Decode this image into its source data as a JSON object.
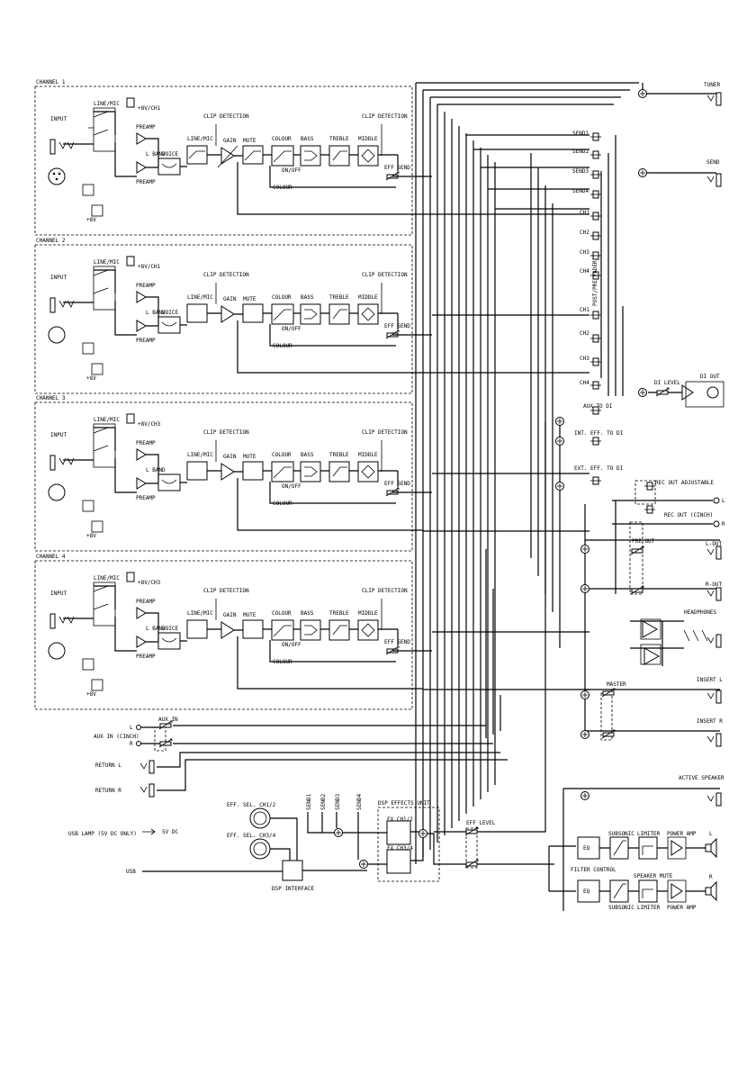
{
  "channels": [
    {
      "title": "CHANNEL 1",
      "phantom": "+8V/CH1",
      "clip1": "CLIP DETECTION",
      "clip2": "CLIP DETECTION"
    },
    {
      "title": "CHANNEL 2",
      "phantom": "+8V/CH1",
      "clip1": "CLIP DETECTION",
      "clip2": "CLIP DETECTION"
    },
    {
      "title": "CHANNEL 3",
      "phantom": "+8V/CH3",
      "clip1": "CLIP DETECTION",
      "clip2": "CLIP DETECTION"
    },
    {
      "title": "CHANNEL 4",
      "phantom": "+8V/CH3",
      "clip1": "CLIP DETECTION",
      "clip2": "CLIP DETECTION"
    }
  ],
  "channel_labels": {
    "input": "INPUT",
    "line_mic": "LINE/MIC",
    "preamp": "PREAMP",
    "lband": "L BAND",
    "voice": "VOICE",
    "gain": "GAIN",
    "mute": "MUTE",
    "colour": "COLOUR",
    "bass": "BASS",
    "treble": "TREBLE",
    "middle": "MIDDLE",
    "eff_send": "EFF SEND",
    "on_off": "ON/OFF",
    "colour_sw": "COLOUR",
    "phantom_v": "+8V"
  },
  "right_labels": {
    "tuner": "TUNER",
    "send": "SEND",
    "sends": [
      "SEND1",
      "SEND2",
      "SEND3",
      "SEND4"
    ],
    "chs_a": [
      "CH1",
      "CH2",
      "CH3",
      "CH4"
    ],
    "chs_b": [
      "CH1",
      "CH2",
      "CH3",
      "CH4"
    ],
    "post_fader": "POST/PRE FADER",
    "di_level": "DI LEVEL",
    "di_out": "DI OUT",
    "aux_to_di": "AUX TO DI",
    "int_eff_to_di": "INT. EFF. TO DI",
    "ext_eff_to_di": "EXT. EFF. TO DI",
    "rec_adj": "REC OUT ADJUSTABLE",
    "rec_out": "REC OUT (CINCH)",
    "rec_l": "L",
    "rec_r": "R",
    "pre_out": "PRE OUT",
    "l_out": "L-OUT",
    "r_out": "R-OUT",
    "headphones": "HEADPHONES",
    "master": "MASTER",
    "insert_l": "INSERT L",
    "insert_r": "INSERT R",
    "active_speaker": "ACTIVE SPEAKER",
    "filter_control": "FILTER CONTROL",
    "speaker_mute": "SPEAKER MUTE",
    "subsonic": "SUBSONIC",
    "limiter": "LIMITER",
    "power_amp": "POWER AMP",
    "eq": "EQ",
    "spk_l": "L",
    "spk_r": "R"
  },
  "left_labels": {
    "aux_in_sw": "AUX IN",
    "aux_in": "AUX IN (CINCH)",
    "return_l": "RETURN L",
    "return_r": "RETURN R",
    "usb_lamp": "USB LAMP (5V DC ONLY)",
    "five_v": "5V DC",
    "usb": "USB",
    "eff_sel_12": "EFF. SEL. CH1/2",
    "eff_sel_34": "EFF. SEL. CH3/4",
    "dsp_interface": "DSP INTERFACE",
    "dsp_unit": "DSP EFFECTS UNIT",
    "fx12": "FX CH1/2",
    "fx34": "FX CH3/4",
    "eff_level": "EFF LEVEL",
    "send_vert": [
      "SEND1",
      "SEND2",
      "SEND3",
      "SEND4"
    ]
  },
  "icons": [
    "xlr-jack-icon",
    "phone-jack-icon",
    "switch-icon",
    "potentiometer-icon",
    "op-amp-icon",
    "summing-node-icon",
    "speaker-icon",
    "rotary-selector-icon"
  ]
}
